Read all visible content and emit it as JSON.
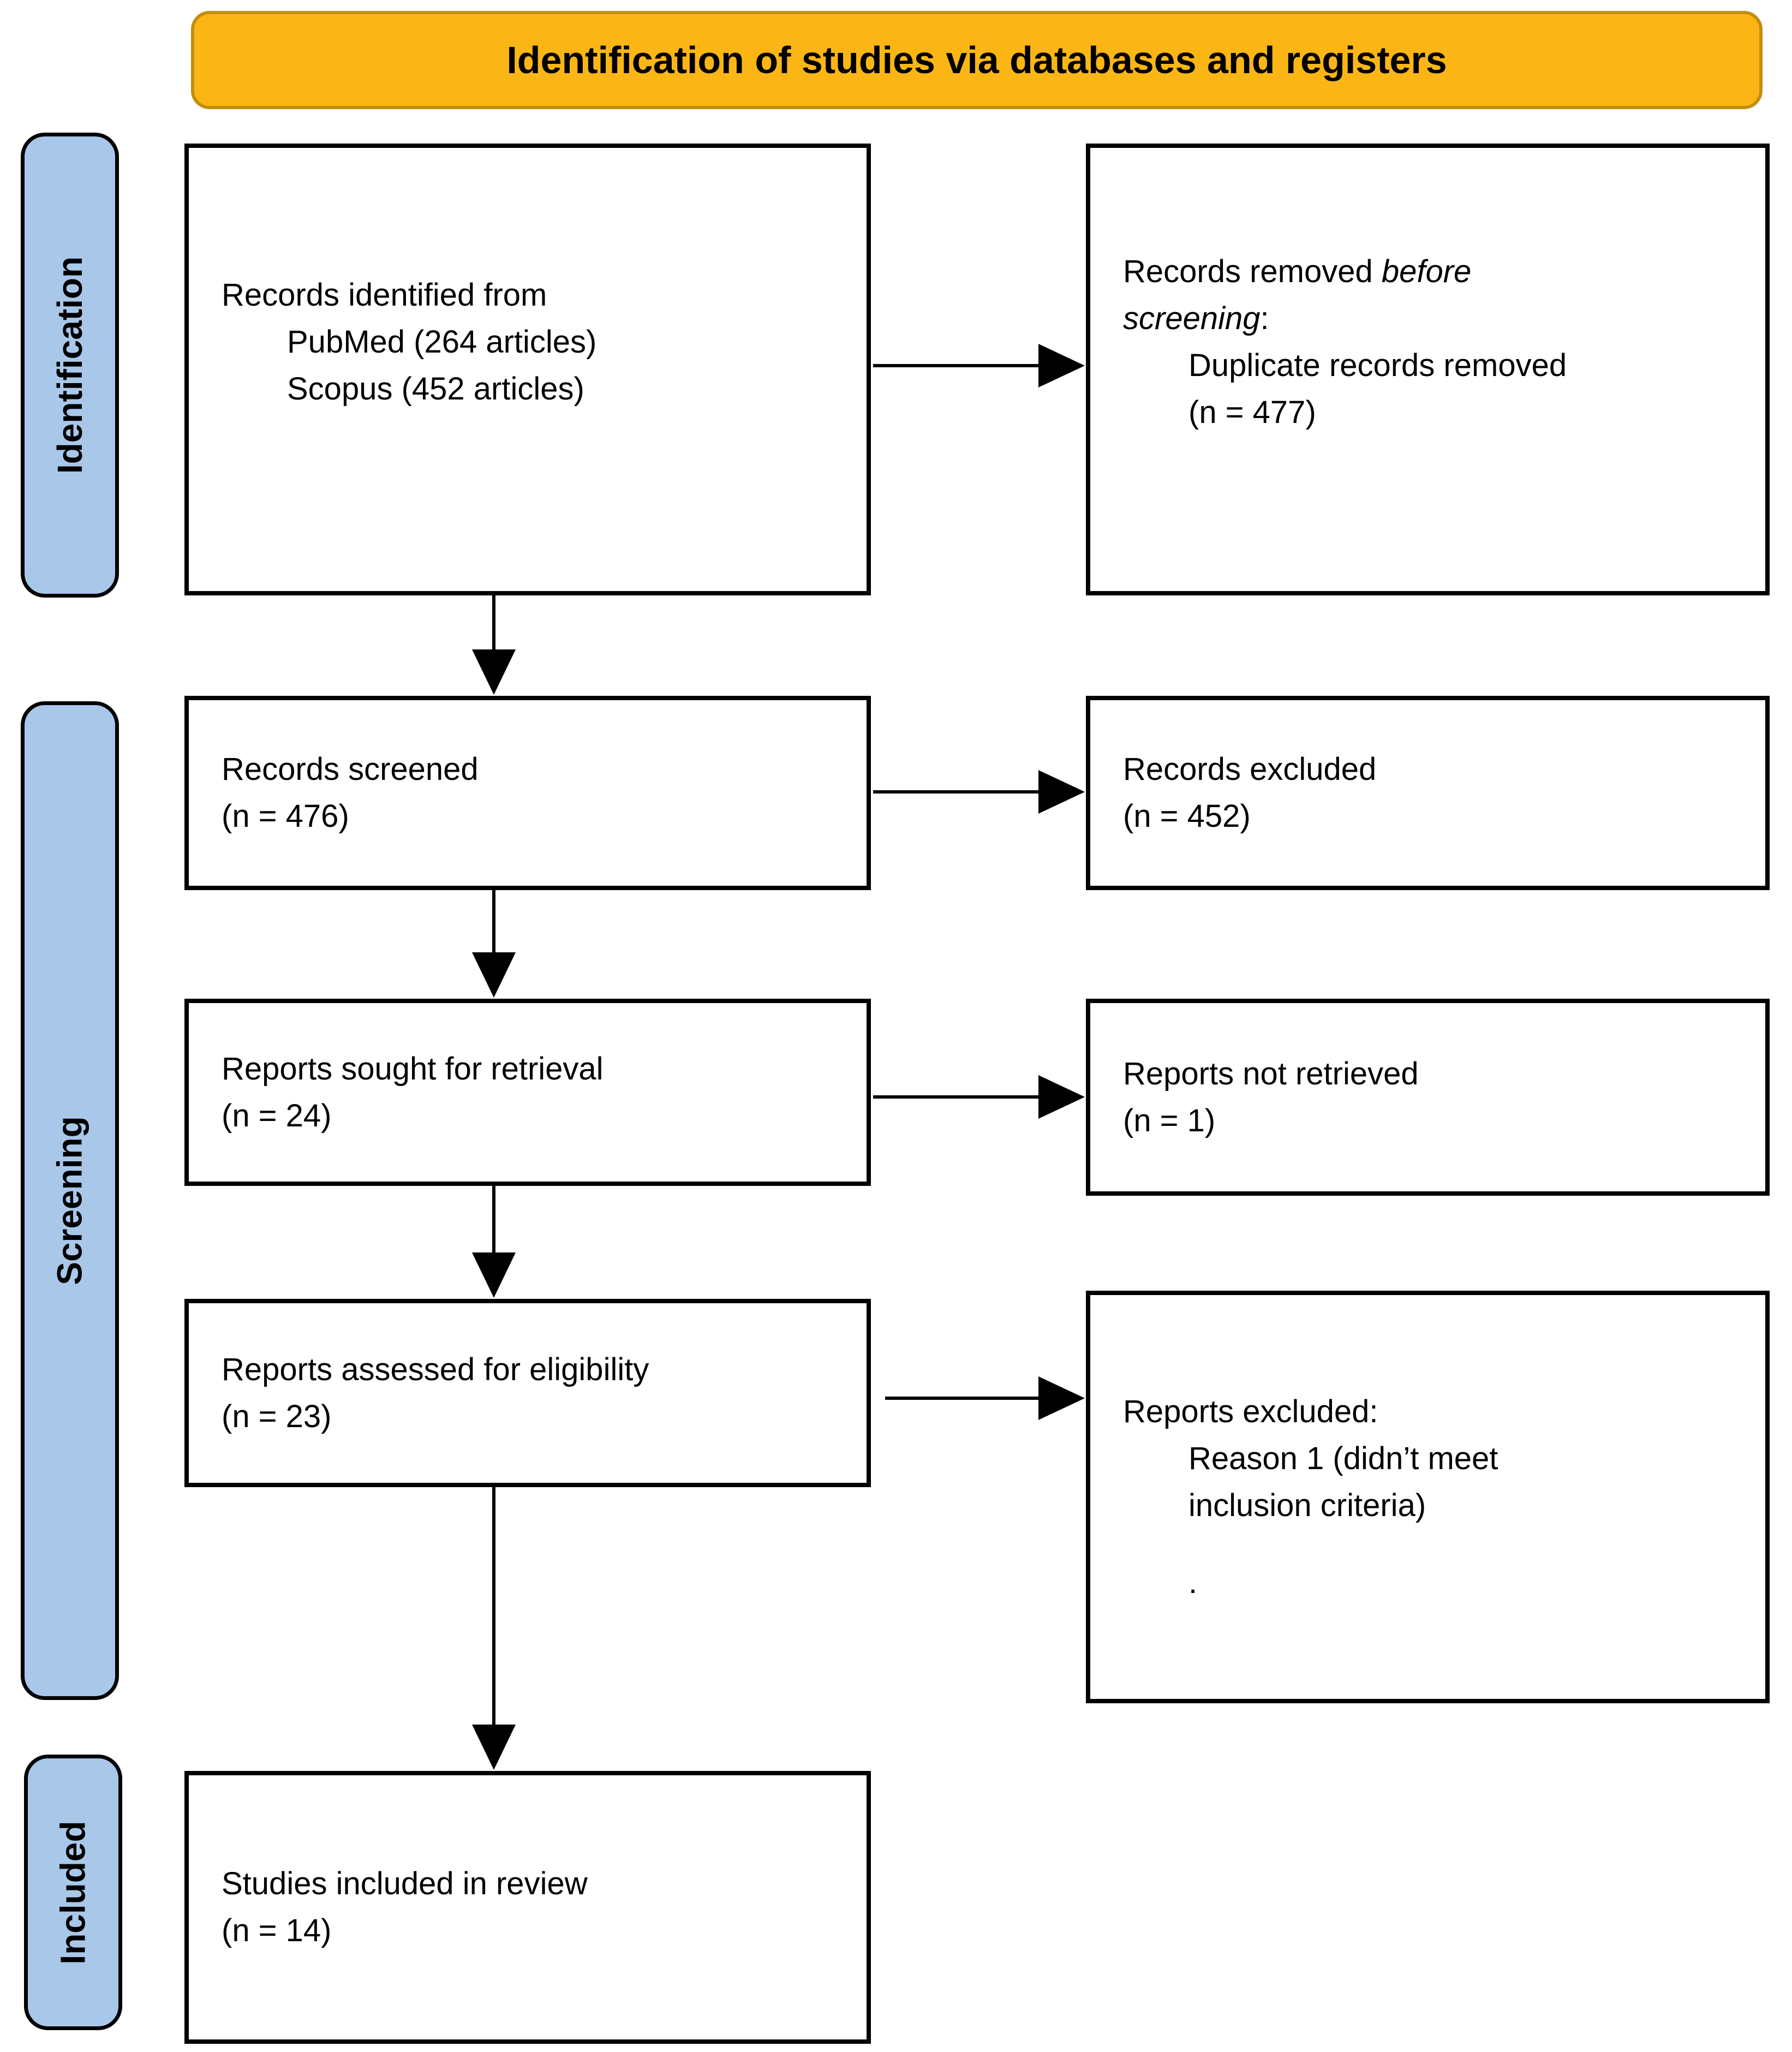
{
  "header": {
    "title": "Identification of studies via databases and registers"
  },
  "sidebar": {
    "stages": [
      {
        "id": "identification",
        "label": "Identification"
      },
      {
        "id": "screening",
        "label": "Screening"
      },
      {
        "id": "included",
        "label": "Included"
      }
    ]
  },
  "boxes": {
    "records_identified": {
      "line1": "Records identified from",
      "line2": "PubMed (264 articles)",
      "line3": "Scopus (452 articles)"
    },
    "records_removed": {
      "line1_regular": "Records removed ",
      "line1_italic": "before",
      "line2_italic": "screening",
      "line2_regular": ":",
      "line3": "Duplicate records removed",
      "line4": "(n = 477)"
    },
    "records_screened": {
      "line1": "Records screened",
      "line2": "(n = 476)"
    },
    "records_excluded": {
      "line1": "Records excluded",
      "line2": "(n = 452)"
    },
    "reports_sought": {
      "line1": "Reports sought for retrieval",
      "line2": "(n = 24)"
    },
    "reports_not_retrieved": {
      "line1": "Reports not retrieved",
      "line2": "(n = 1)"
    },
    "reports_assessed": {
      "line1": "Reports assessed for eligibility",
      "line2": "(n = 23)"
    },
    "reports_excluded": {
      "line1": "Reports excluded:",
      "line2": "Reason 1 (didn’t meet",
      "line3": "inclusion criteria)",
      "line4": "."
    },
    "studies_included": {
      "line1": "Studies included in review",
      "line2": "(n = 14)"
    }
  },
  "colors": {
    "banner_fill": "#FBB615",
    "banner_border": "#C28E0E",
    "sidebar_fill": "#A9C7E9",
    "sidebar_border": "#000000",
    "box_border": "#000000",
    "arrow": "#000000"
  }
}
